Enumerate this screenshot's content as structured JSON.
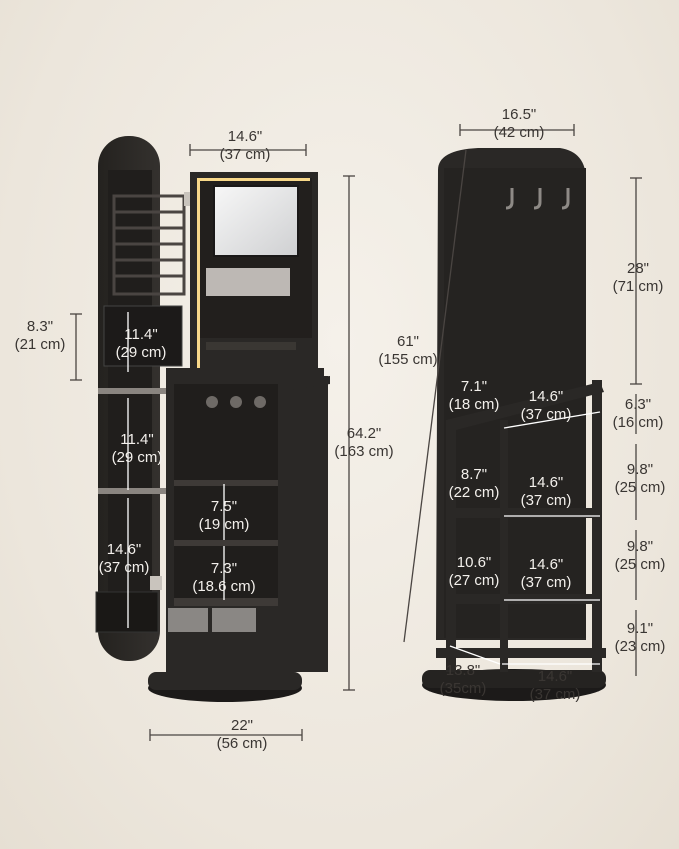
{
  "labels": {
    "left_width": {
      "in": "14.6\"",
      "cm": "(37 cm)"
    },
    "left_door_h": {
      "in": "8.3\"",
      "cm": "(21 cm)"
    },
    "left_pocket1": {
      "in": "11.4\"",
      "cm": "(29 cm)"
    },
    "left_pocket2": {
      "in": "11.4\"",
      "cm": "(29 cm)"
    },
    "left_pocket3": {
      "in": "14.6\"",
      "cm": "(37 cm)"
    },
    "left_inner1": {
      "in": "7.5\"",
      "cm": "(19 cm)"
    },
    "left_inner2": {
      "in": "7.3\"",
      "cm": "(18.6 cm)"
    },
    "left_height": {
      "in": "64.2\"",
      "cm": "(163 cm)"
    },
    "left_base": {
      "in": "22\"",
      "cm": "(56 cm)"
    },
    "right_top": {
      "in": "16.5\"",
      "cm": "(42 cm)"
    },
    "right_height": {
      "in": "61\"",
      "cm": "(155 cm)"
    },
    "right_mirror": {
      "in": "28\"",
      "cm": "(71 cm)"
    },
    "r_depth1": {
      "in": "7.1\"",
      "cm": "(18 cm)"
    },
    "r_width1": {
      "in": "14.6\"",
      "cm": "(37 cm)"
    },
    "r_gap1": {
      "in": "6.3\"",
      "cm": "(16 cm)"
    },
    "r_depth2": {
      "in": "8.7\"",
      "cm": "(22 cm)"
    },
    "r_width2": {
      "in": "14.6\"",
      "cm": "(37 cm)"
    },
    "r_gap2": {
      "in": "9.8\"",
      "cm": "(25 cm)"
    },
    "r_depth3": {
      "in": "10.6\"",
      "cm": "(27 cm)"
    },
    "r_width3": {
      "in": "14.6\"",
      "cm": "(37 cm)"
    },
    "r_gap3": {
      "in": "9.8\"",
      "cm": "(25 cm)"
    },
    "r_gap4": {
      "in": "9.1\"",
      "cm": "(23 cm)"
    },
    "r_base_depth": {
      "in": "13.8\"",
      "cm": "(35cm)"
    },
    "r_base_width": {
      "in": "14.6\"",
      "cm": "(37 cm)"
    }
  },
  "colors": {
    "furniture": "#2a2826",
    "furniture_dark": "#1c1a19",
    "background": "#efe9e0",
    "dimension_line": "#4a4542"
  }
}
